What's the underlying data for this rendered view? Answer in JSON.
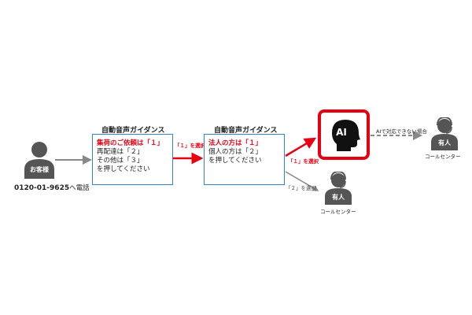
{
  "customer": {
    "badge": "お客様",
    "phone_number": "0120-01-9625",
    "phone_suffix": "へ電話"
  },
  "guidance1": {
    "title": "自動音声ガイダンス",
    "line1": "集荷のご依頼は「１」",
    "line2": "再配達は「２」",
    "line3": "その他は「３」",
    "line4": "を押してください"
  },
  "arrow1_label": "「１」を選択",
  "guidance2": {
    "title": "自動音声ガイダンス",
    "line1": "法人の方は「１」",
    "line2": "個人の方は「２」",
    "line3": "を押してください"
  },
  "arrow2_label": "「１」を選択",
  "arrow3_label": "「２」を選択",
  "ai": {
    "label": "AI"
  },
  "fallback_label": "AIで対応できない場合",
  "operator_top": {
    "badge": "有人",
    "caption": "コールセンター"
  },
  "operator_bottom": {
    "badge": "有人",
    "caption": "コールセンター"
  },
  "colors": {
    "accent_red": "#e60012",
    "box_blue": "#2f86c9",
    "gray": "#777777",
    "dark": "#333333"
  }
}
